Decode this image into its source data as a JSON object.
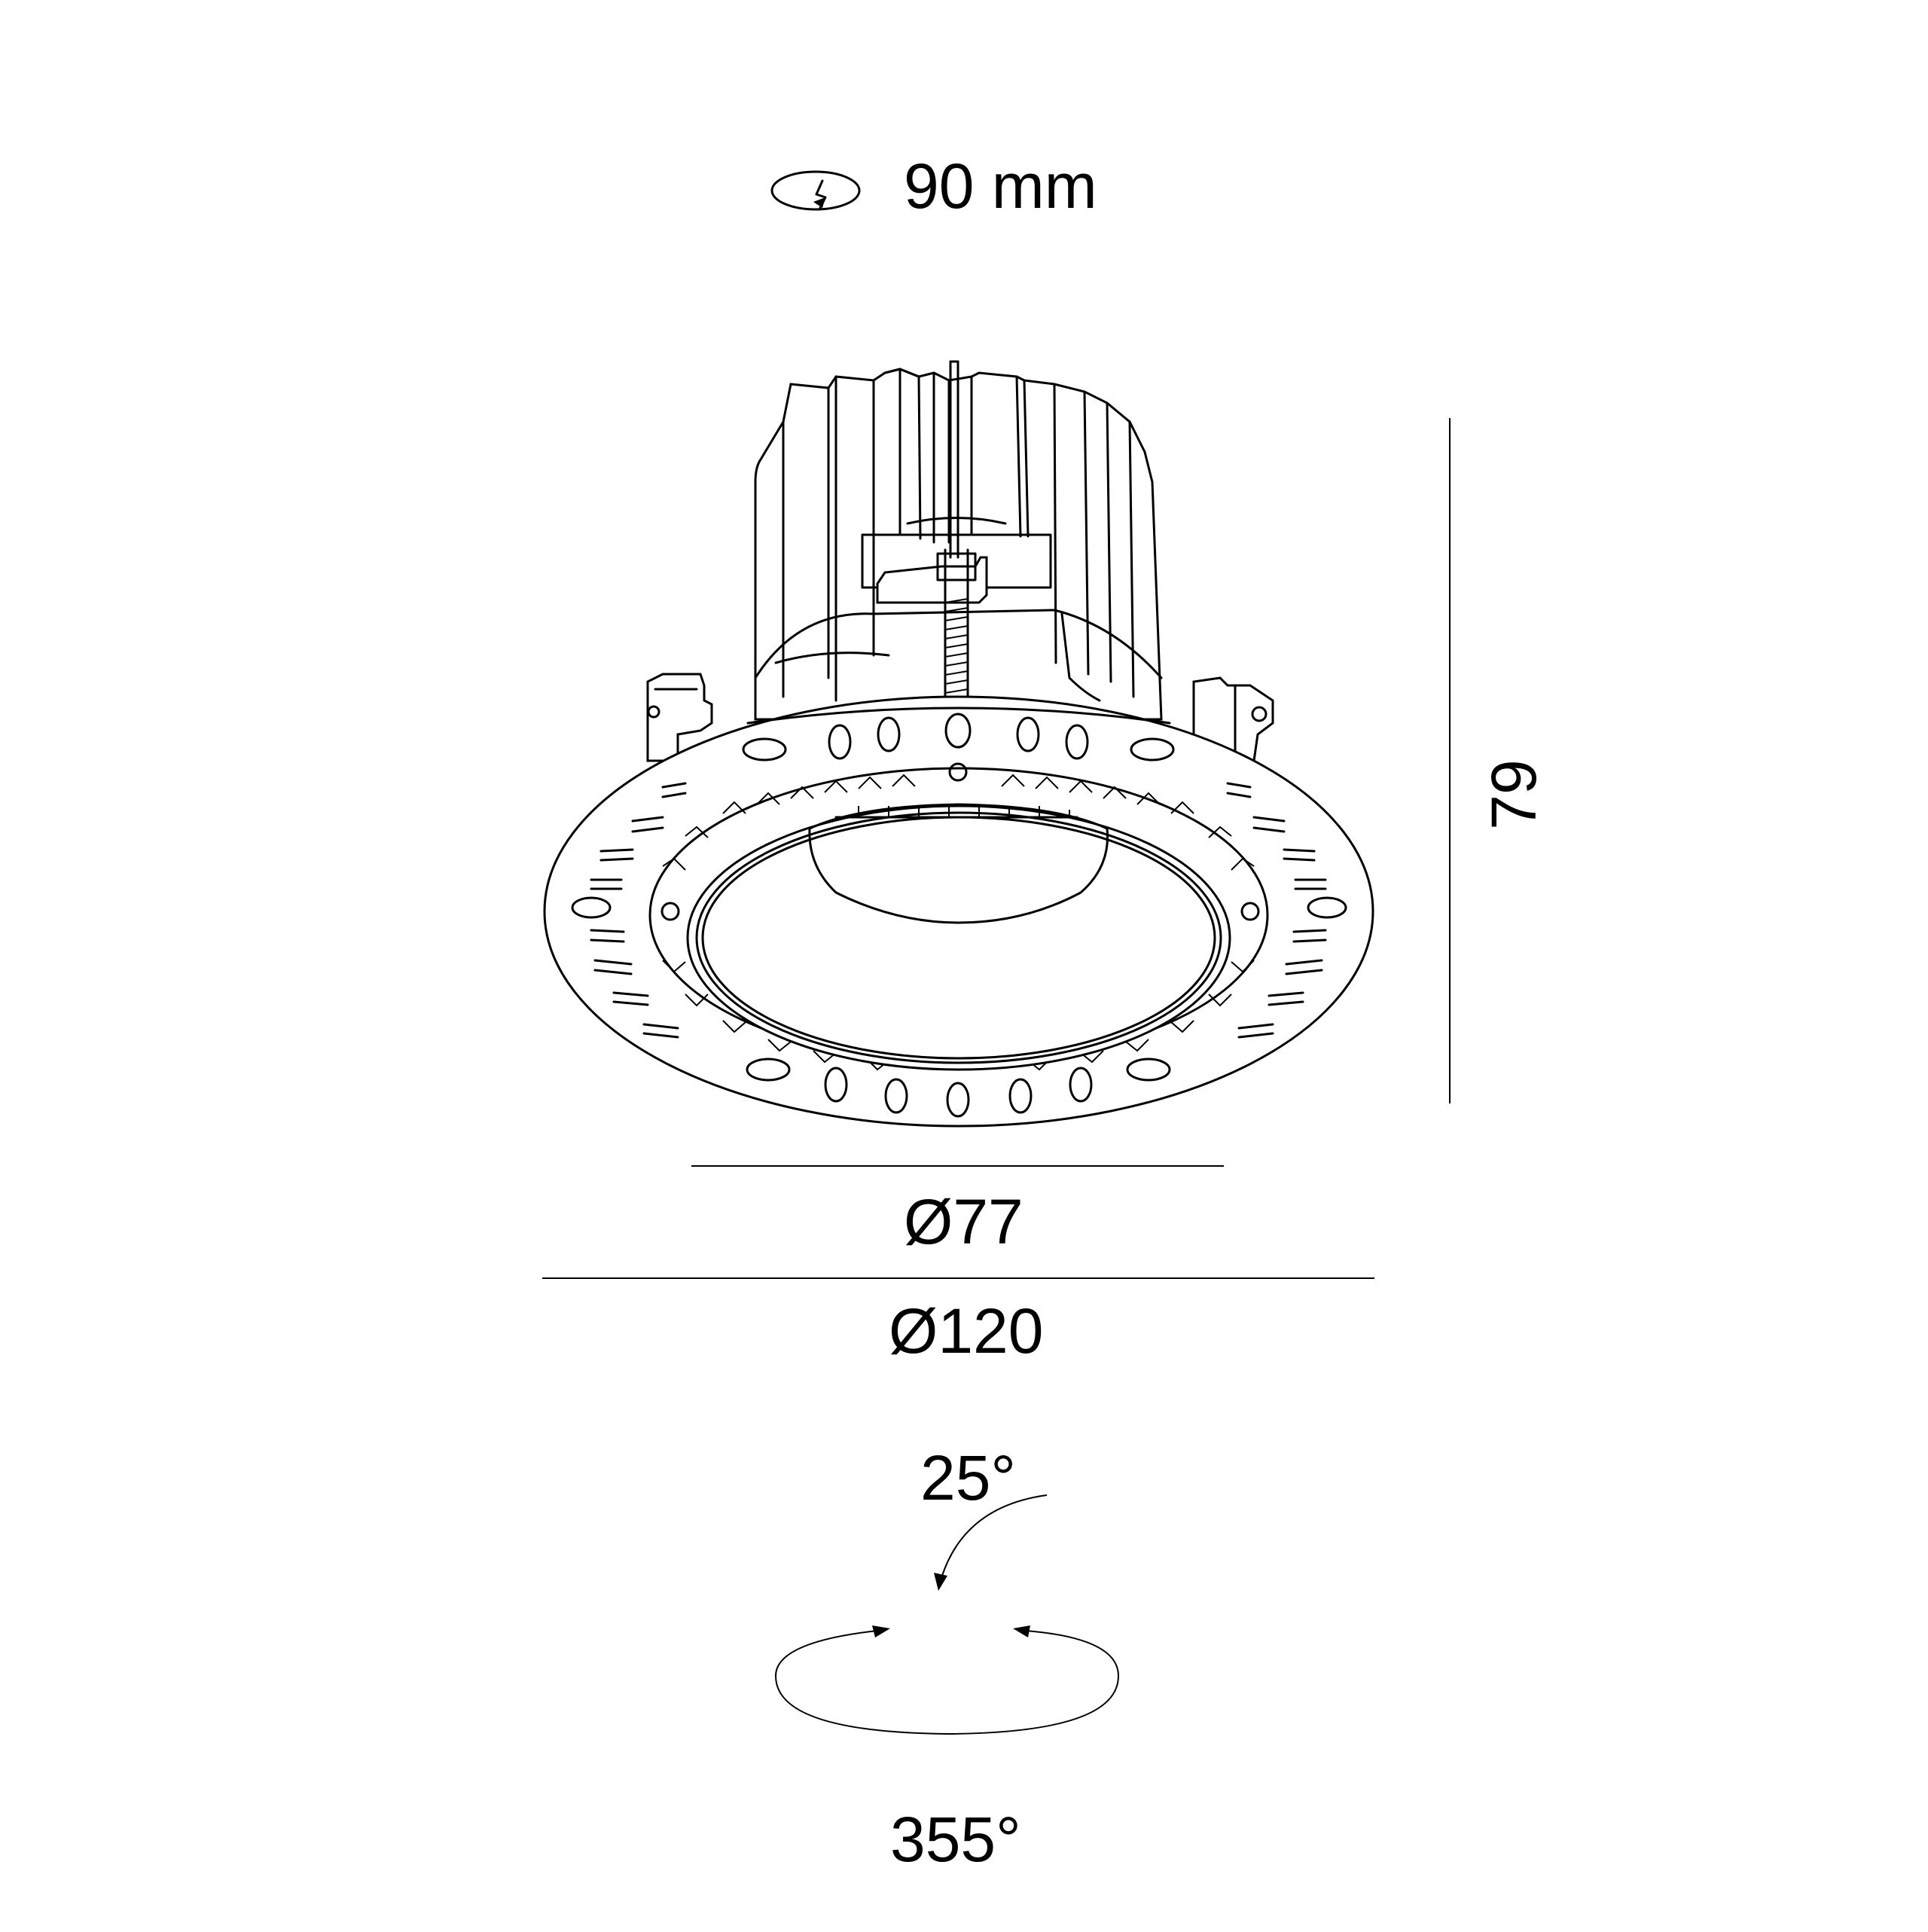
{
  "cutout": {
    "icon": "cutout-hole-icon",
    "label": "90 mm"
  },
  "dimensions": {
    "height": "79",
    "inner_diameter": "Ø77",
    "outer_diameter": "Ø120"
  },
  "adjustment": {
    "tilt": "25°",
    "rotation": "355°"
  }
}
